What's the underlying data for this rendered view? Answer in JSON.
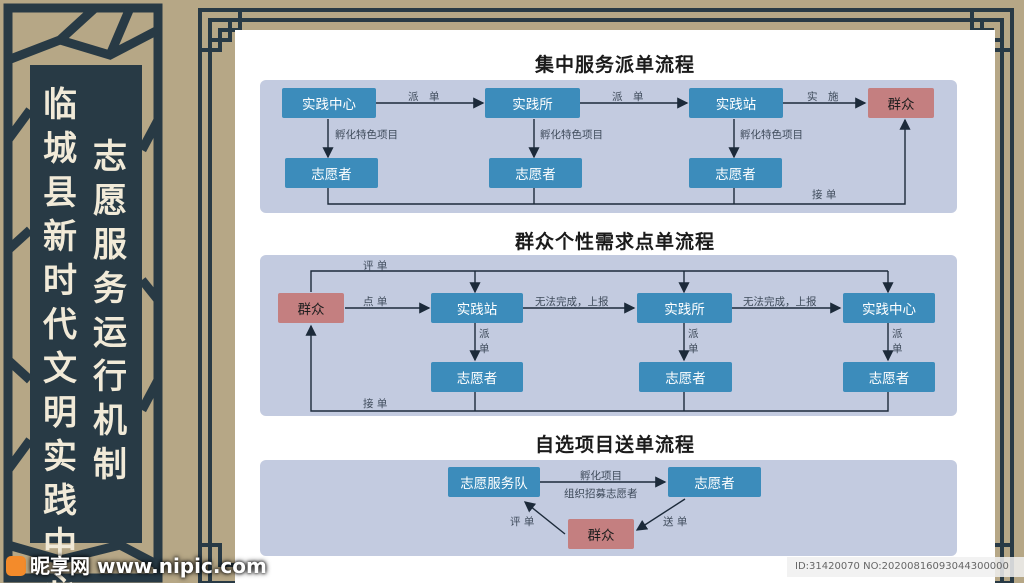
{
  "side_title": {
    "col_right": [
      "临",
      "城",
      "县",
      "新",
      "时",
      "代",
      "文",
      "明",
      "实",
      "践",
      "中",
      "心"
    ],
    "col_left": [
      "志",
      "愿",
      "服",
      "务",
      "运",
      "行",
      "机",
      "制"
    ]
  },
  "watermark": {
    "logo_text": "昵享网 www.nipic.com",
    "id_text": "ID:31420070 NO:20200816093044300000"
  },
  "flow1": {
    "title": "集中服务派单流程",
    "nodes": {
      "center": "实践中心",
      "institute": "实践所",
      "station": "实践站",
      "crowd": "群众",
      "vol1": "志愿者",
      "vol2": "志愿者",
      "vol3": "志愿者"
    },
    "labels": {
      "dispatch1": "派　单",
      "dispatch2": "派　单",
      "implement": "实　施",
      "incubate1": "孵化特色项目",
      "incubate2": "孵化特色项目",
      "incubate3": "孵化特色项目",
      "accept": "接 单"
    }
  },
  "flow2": {
    "title": "群众个性需求点单流程",
    "nodes": {
      "crowd": "群众",
      "station": "实践站",
      "institute": "实践所",
      "center": "实践中心",
      "vol1": "志愿者",
      "vol2": "志愿者",
      "vol3": "志愿者"
    },
    "labels": {
      "review": "评 单",
      "order": "点 单",
      "report1": "无法完成，上报",
      "report2": "无法完成，上报",
      "dispatch1_a": "派",
      "dispatch1_b": "单",
      "dispatch2_a": "派",
      "dispatch2_b": "单",
      "dispatch3_a": "派",
      "dispatch3_b": "单",
      "accept": "接 单"
    }
  },
  "flow3": {
    "title": "自选项目送单流程",
    "nodes": {
      "team": "志愿服务队",
      "volunteer": "志愿者",
      "crowd": "群众"
    },
    "labels": {
      "incubate": "孵化项目",
      "recruit": "组织招募志愿者",
      "review": "评 单",
      "deliver": "送 单"
    }
  },
  "colors": {
    "node_blue": "#3c8cbb",
    "node_crowd": "#c47f80",
    "panel": "#c3cbe0",
    "board": "#283a45",
    "frame": "#b6a786"
  }
}
